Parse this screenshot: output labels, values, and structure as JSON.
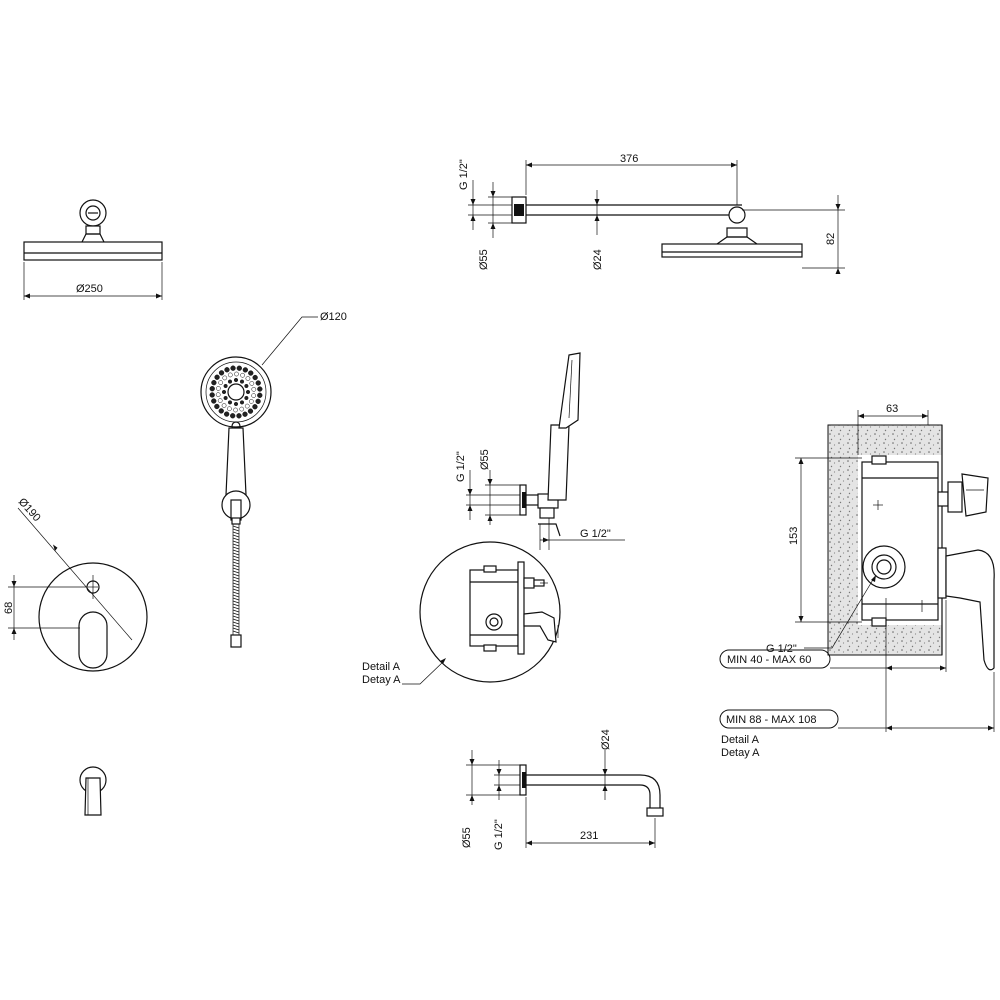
{
  "labels": {
    "d250": "Ø250",
    "d120": "Ø120",
    "d190": "Ø190",
    "d55_top": "Ø55",
    "d24_top": "Ø24",
    "d55_mid": "Ø55",
    "d55_bot": "Ø55",
    "d24_bot": "Ø24",
    "g12_top": "G 1/2\"",
    "g12_mid": "G 1/2\"",
    "g12_mid2": "G 1/2\"",
    "g12_bot": "G 1/2\"",
    "g12_box": "G 1/2\"",
    "d376": "376",
    "d82": "82",
    "d68": "68",
    "d63": "63",
    "d153": "153",
    "d231": "231",
    "min_max_1": "MIN 40 - MAX 60",
    "min_max_2": "MIN 88 - MAX 108",
    "detail_a_left": "Detail A",
    "detay_a_left": "Detay A",
    "detail_a_right": "Detail A",
    "detay_a_right": "Detay A"
  }
}
